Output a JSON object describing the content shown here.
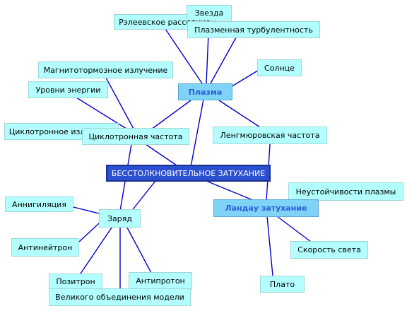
{
  "diagram": {
    "root": "БЕССТОЛКНОВИТЕЛЬНОЕ ЗАТУХАНИЕ",
    "plasma": "Плазма",
    "landau": "Ландау затухание",
    "charge": "Заряд",
    "cyclotron_freq": "Циклотронная частота",
    "langmuir_freq": "Ленгмюровская частота",
    "rayleigh": "Рэлеевское рассеяние",
    "star": "Звезда",
    "turbulence": "Плазменная турбулентность",
    "sun": "Солнце",
    "synchrotron": "Магнитотормозное излучение",
    "energy_levels": "Уровни энергии",
    "cyclotron_radiation": "Циклотронное излучение",
    "instability": "Неустойчивости плазмы",
    "light_speed": "Скорость света",
    "plateau": "Плато",
    "annihilation": "Аннигиляция",
    "antineutron": "Антинейтрон",
    "positron": "Позитрон",
    "antiproton": "Антипротон",
    "gut": "Великого объединения модели"
  }
}
